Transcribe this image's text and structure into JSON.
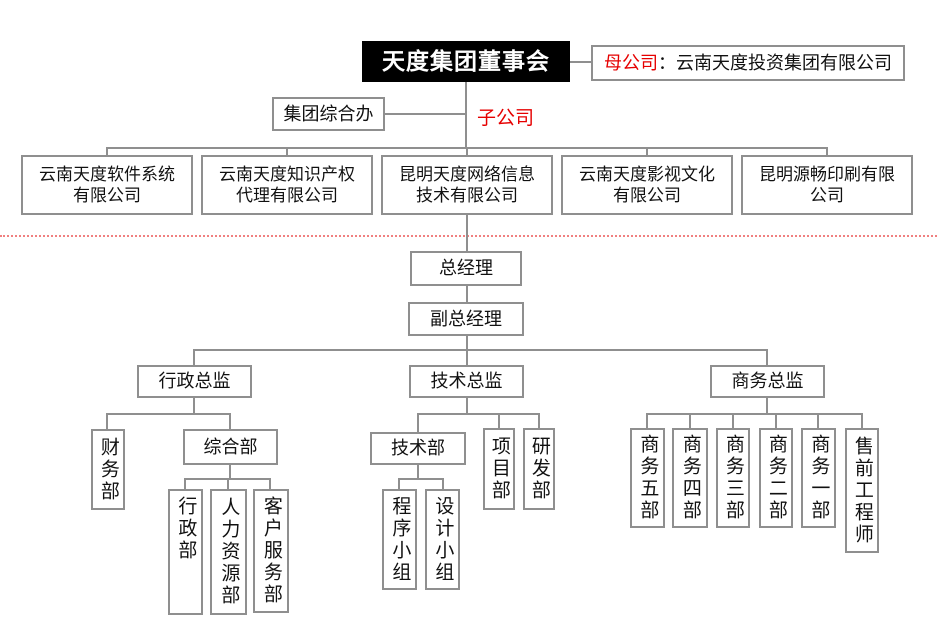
{
  "nodes": {
    "board": "天度集团董事会",
    "parent_label": "母公司",
    "parent_rest": "：云南天度投资集团有限公司",
    "office": "集团综合办",
    "subsidiary": "子公司",
    "company1": "云南天度软件系统\n有限公司",
    "company2": "云南天度知识产权\n代理有限公司",
    "company3": "昆明天度网络信息\n技术有限公司",
    "company4": "云南天度影视文化\n有限公司",
    "company5": "昆明源畅印刷有限\n公司",
    "gm": "总经理",
    "dgm": "副总经理",
    "dir_admin": "行政总监",
    "dir_tech": "技术总监",
    "dir_biz": "商务总监",
    "finance": "财务部",
    "general": "综合部",
    "admin_dept": "行政部",
    "hr": "人力资源部",
    "customer_service": "客户服务部",
    "tech_dept": "技术部",
    "project": "项目部",
    "rnd": "研发部",
    "program_team": "程序小组",
    "design_team": "设计小组",
    "biz5": "商务五部",
    "biz4": "商务四部",
    "biz3": "商务三部",
    "biz2": "商务二部",
    "biz1": "商务一部",
    "presales": "售前工程师"
  },
  "colors": {
    "accent_red": "#e60000",
    "line_gray": "#8f8f8f",
    "divider_red": "#f08080",
    "board_bg": "#000000"
  }
}
